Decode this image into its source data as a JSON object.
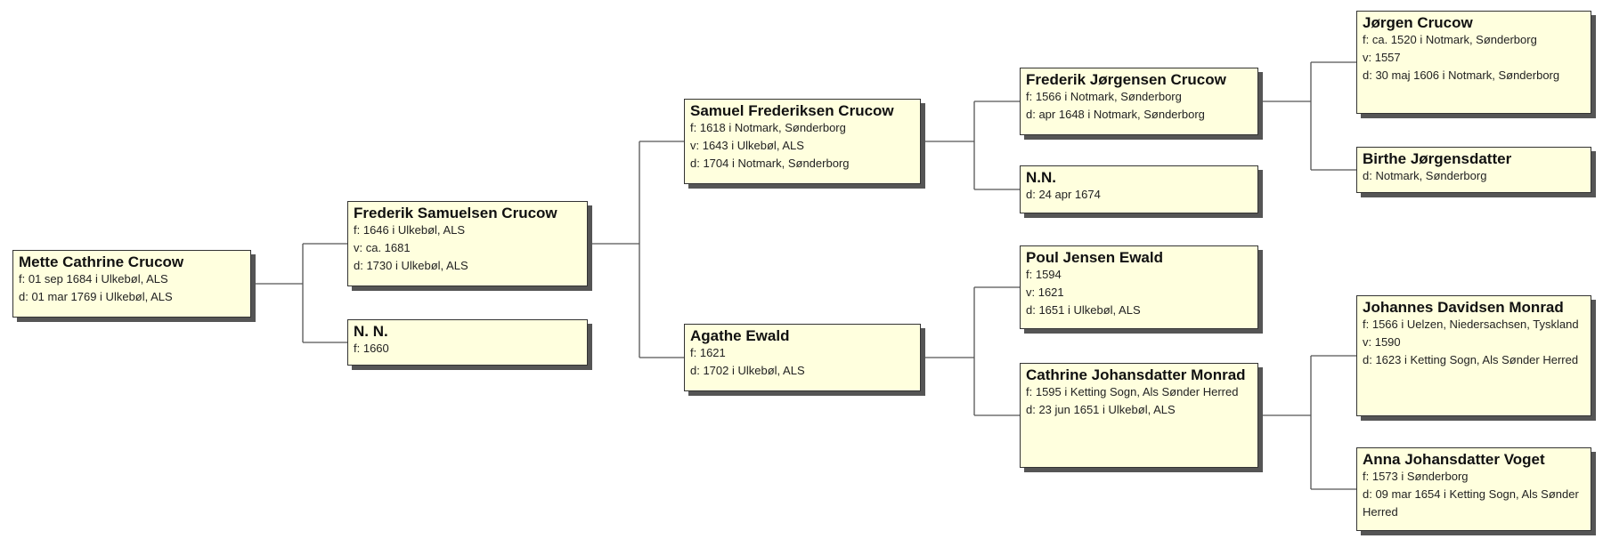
{
  "colors": {
    "box_fill": "#ffffde",
    "box_border": "#333333",
    "shadow": "#555555",
    "line": "#555555"
  },
  "persons": [
    {
      "id": "mette-cathrine-crucow",
      "name": "Mette Cathrine Crucow",
      "lines": [
        "f: 01 sep 1684 i Ulkebøl, ALS",
        "d: 01 mar 1769 i Ulkebøl, ALS"
      ]
    },
    {
      "id": "frederik-samuelsen-crucow",
      "name": "Frederik Samuelsen Crucow",
      "lines": [
        "f: 1646 i Ulkebøl, ALS",
        "v: ca. 1681",
        "d: 1730 i Ulkebøl, ALS"
      ]
    },
    {
      "id": "n-n-1660",
      "name": "N. N.",
      "lines": [
        "f: 1660"
      ]
    },
    {
      "id": "samuel-frederiksen-crucow",
      "name": "Samuel Frederiksen Crucow",
      "lines": [
        "f: 1618 i Notmark, Sønderborg",
        "v: 1643 i Ulkebøl, ALS",
        "d: 1704 i Notmark, Sønderborg"
      ]
    },
    {
      "id": "agathe-ewald",
      "name": "Agathe Ewald",
      "lines": [
        "f: 1621",
        "d: 1702 i Ulkebøl, ALS"
      ]
    },
    {
      "id": "frederik-jorgensen-crucow",
      "name": "Frederik Jørgensen Crucow",
      "lines": [
        "f: 1566 i Notmark, Sønderborg",
        "d: apr 1648 i Notmark, Sønderborg"
      ]
    },
    {
      "id": "n-n-1674",
      "name": "N.N.",
      "lines": [
        "d: 24 apr 1674"
      ]
    },
    {
      "id": "poul-jensen-ewald",
      "name": "Poul Jensen Ewald",
      "lines": [
        "f: 1594",
        "v: 1621",
        "d: 1651 i Ulkebøl, ALS"
      ]
    },
    {
      "id": "cathrine-johansdatter-monrad",
      "name": "Cathrine Johansdatter Monrad",
      "lines": [
        "f: 1595 i Ketting Sogn, Als Sønder Herred",
        "d: 23 jun 1651 i Ulkebøl, ALS"
      ]
    },
    {
      "id": "jorgen-crucow",
      "name": "Jørgen Crucow",
      "lines": [
        "f: ca. 1520 i Notmark, Sønderborg",
        "v: 1557",
        "d: 30 maj 1606 i Notmark, Sønderborg"
      ]
    },
    {
      "id": "birthe-jorgensdatter",
      "name": "Birthe Jørgensdatter",
      "lines": [
        "d: Notmark, Sønderborg"
      ]
    },
    {
      "id": "johannes-davidsen-monrad",
      "name": "Johannes Davidsen Monrad",
      "lines": [
        "f: 1566 i Uelzen, Niedersachsen, Tyskland",
        "v: 1590",
        "d: 1623 i Ketting Sogn, Als Sønder Herred"
      ]
    },
    {
      "id": "anna-johansdatter-voget",
      "name": "Anna Johansdatter Voget",
      "lines": [
        "f: 1573 i Sønderborg",
        "d: 09 mar 1654 i Ketting Sogn, Als Sønder Herred"
      ]
    }
  ],
  "relations": [
    {
      "child": "mette-cathrine-crucow",
      "parents": [
        "frederik-samuelsen-crucow",
        "n-n-1660"
      ]
    },
    {
      "child": "frederik-samuelsen-crucow",
      "parents": [
        "samuel-frederiksen-crucow",
        "agathe-ewald"
      ]
    },
    {
      "child": "samuel-frederiksen-crucow",
      "parents": [
        "frederik-jorgensen-crucow",
        "n-n-1674"
      ]
    },
    {
      "child": "agathe-ewald",
      "parents": [
        "poul-jensen-ewald",
        "cathrine-johansdatter-monrad"
      ]
    },
    {
      "child": "frederik-jorgensen-crucow",
      "parents": [
        "jorgen-crucow",
        "birthe-jorgensdatter"
      ]
    },
    {
      "child": "cathrine-johansdatter-monrad",
      "parents": [
        "johannes-davidsen-monrad",
        "anna-johansdatter-voget"
      ]
    }
  ]
}
